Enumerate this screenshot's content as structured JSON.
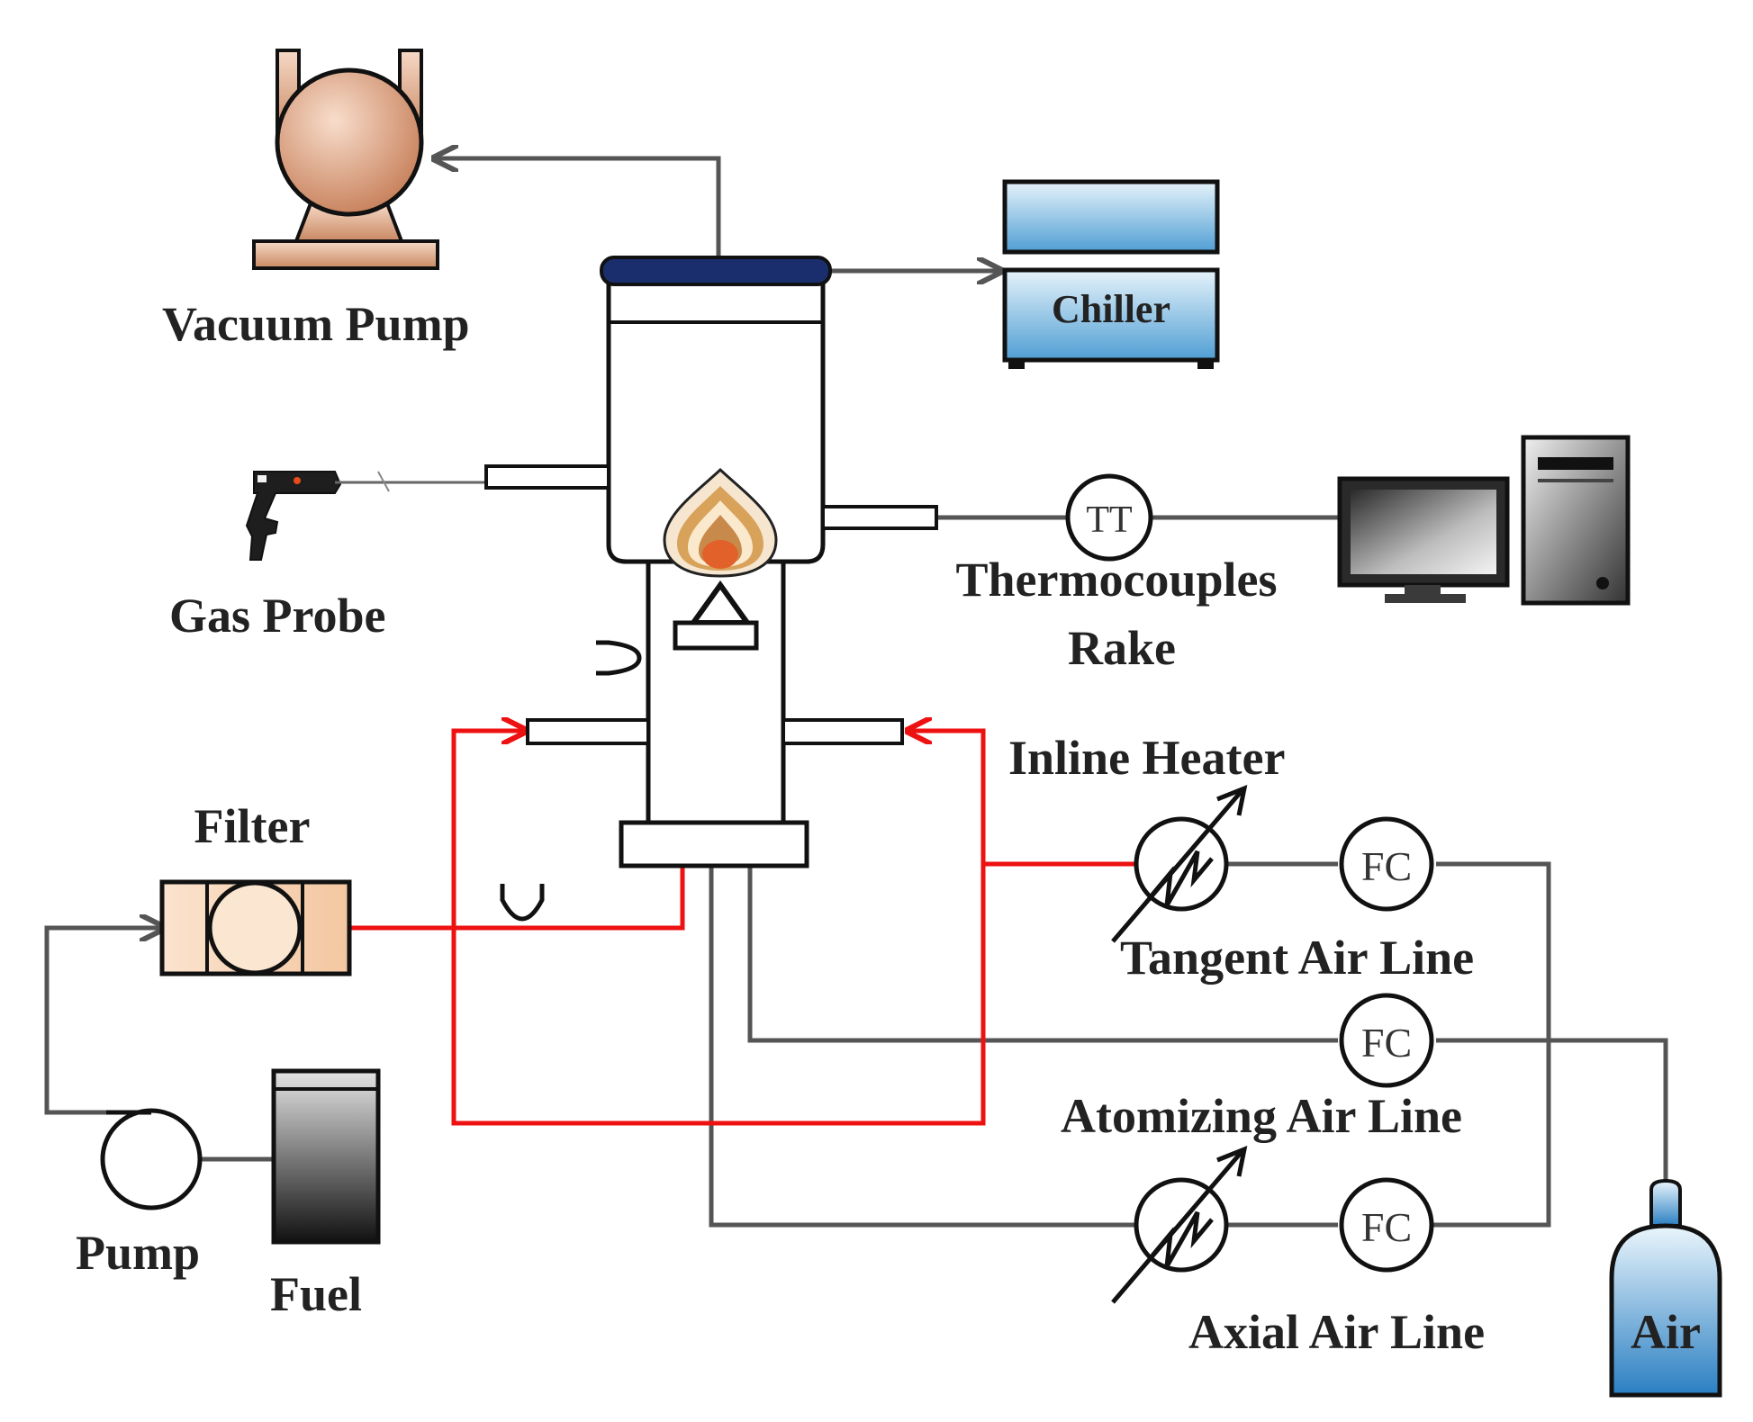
{
  "labels": {
    "vacuum_pump": "Vacuum Pump",
    "chiller": "Chiller",
    "gas_probe": "Gas Probe",
    "thermocouples_line1": "Thermocouples",
    "thermocouples_line2": "Rake",
    "inline_heater": "Inline Heater",
    "filter": "Filter",
    "tangent_air_line": "Tangent Air Line",
    "atomizing_air_line": "Atomizing Air Line",
    "axial_air_line": "Axial Air Line",
    "pump": "Pump",
    "fuel": "Fuel",
    "air": "Air"
  },
  "instruments": {
    "temperature_transmitter": "TT",
    "flow_controller_tangent": "FC",
    "flow_controller_atomizing": "FC",
    "flow_controller_axial": "FC"
  },
  "colors": {
    "fuel_line": "#ee1111",
    "air_line": "#555555",
    "outline": "#111111"
  }
}
